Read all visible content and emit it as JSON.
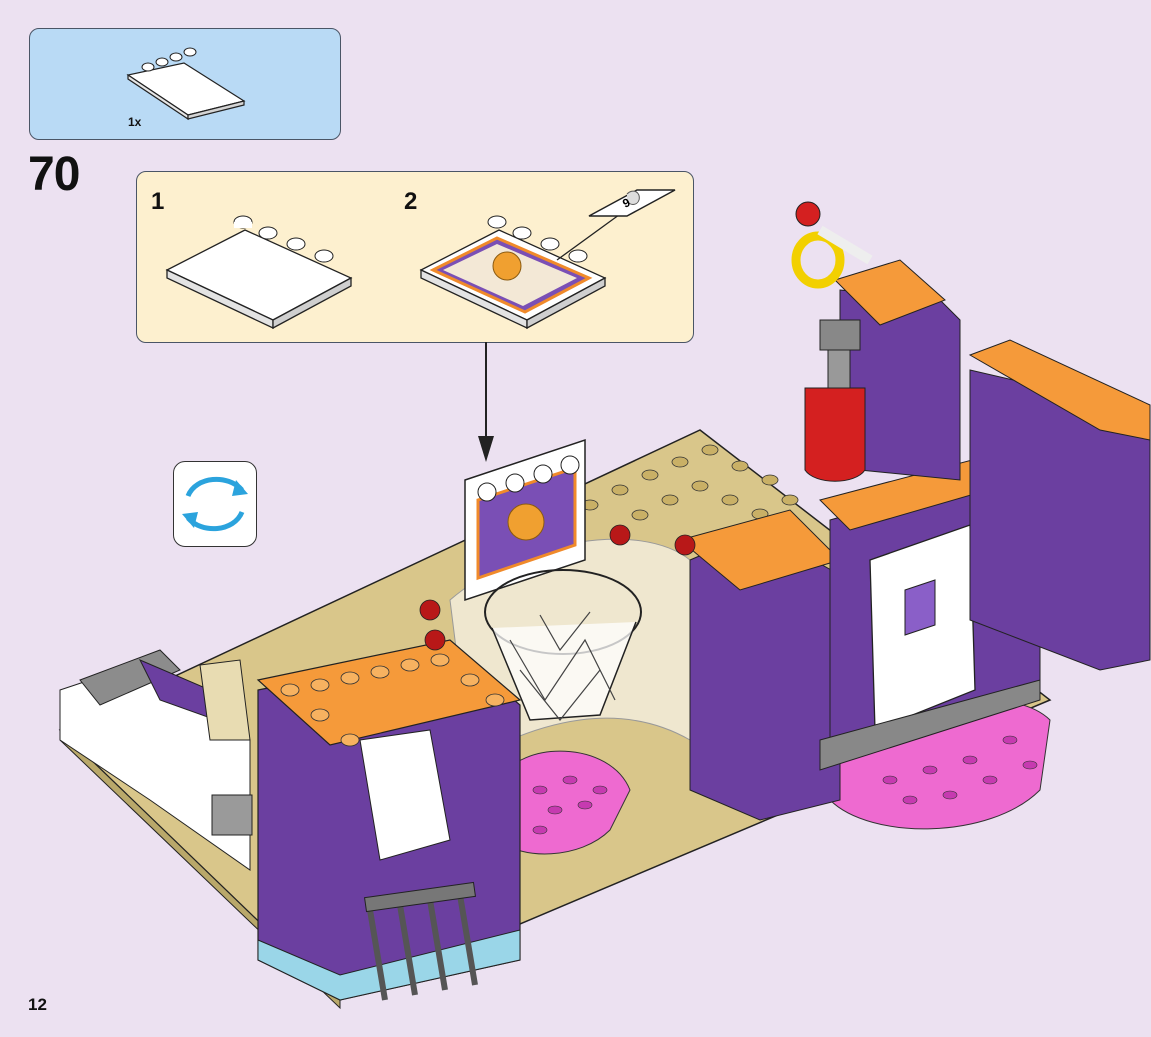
{
  "parts_list": {
    "quantity": "1x"
  },
  "step": {
    "number": "70"
  },
  "sub_steps": [
    {
      "number": "1"
    },
    {
      "number": "2"
    }
  ],
  "sticker": {
    "number": "9"
  },
  "page": {
    "number": "12"
  },
  "colors": {
    "background": "#ece1f1",
    "parts_box": "#b9daf5",
    "sub_box": "#fdf0cf",
    "purple": "#6b3fa0",
    "orange": "#f59a3a",
    "tan": "#d9c68a",
    "pink": "#ee6ad0",
    "light_blue": "#9ad6e8",
    "red": "#d42020",
    "rotate_arrows": "#2ba3dd"
  }
}
